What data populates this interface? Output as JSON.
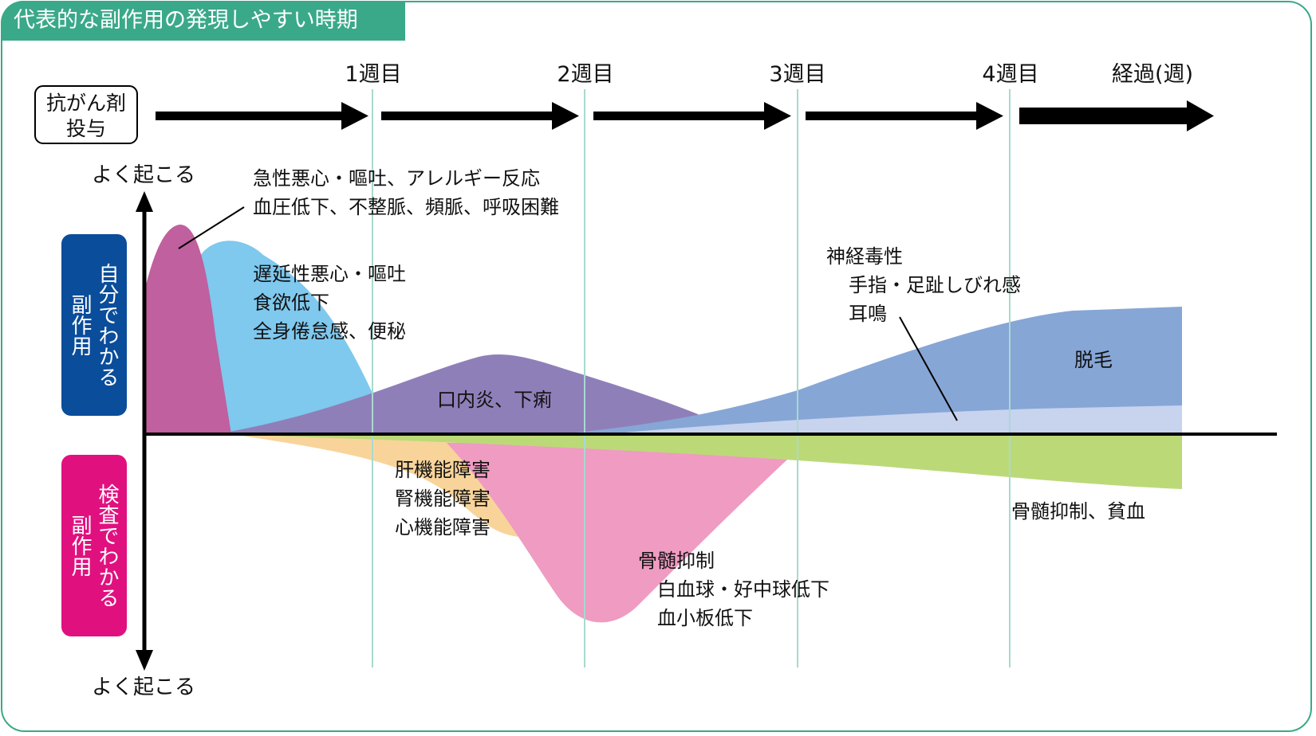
{
  "title": "代表的な副作用の発現しやすい時期",
  "start_box": {
    "line1": "抗がん剤",
    "line2": "投与"
  },
  "weeks": [
    "1週目",
    "2週目",
    "3週目",
    "4週目"
  ],
  "elapsed_label": "経過(週)",
  "axis_top_label": "よく起こる",
  "axis_bottom_label": "よく起こる",
  "side_labels": {
    "self": {
      "line1": "自分でわかる",
      "line2": "副作用"
    },
    "test": {
      "line1": "検査でわかる",
      "line2": "副作用"
    }
  },
  "labels": {
    "acute": {
      "line1": "急性悪心・嘔吐、アレルギー反応",
      "line2": "血圧低下、不整脈、頻脈、呼吸困難"
    },
    "delayed": {
      "line1": "遅延性悪心・嘔吐",
      "line2": "食欲低下",
      "line3": "全身倦怠感、便秘"
    },
    "stomatitis": "口内炎、下痢",
    "neuro": {
      "line1": "神経毒性",
      "line2": "手指・足趾しびれ感",
      "line3": "耳鳴"
    },
    "alopecia": "脱毛",
    "organ": {
      "line1": "肝機能障害",
      "line2": "腎機能障害",
      "line3": "心機能障害"
    },
    "marrow_early": {
      "line1": "骨髄抑制",
      "line2": "白血球・好中球低下",
      "line3": "血小板低下"
    },
    "marrow_late": "骨髄抑制、貧血"
  },
  "colors": {
    "frame": "#3aa989",
    "acute": "#c0609e",
    "delayed": "#7fc8ee",
    "stomatitis": "#8f7fb9",
    "alopecia": "#86a6d6",
    "neuro": "#c8d3ee",
    "organ": "#f8d49b",
    "marrow_early": "#ef9bc2",
    "marrow_late": "#bcd978",
    "self_box": "#0a4d9b",
    "test_box": "#e0117f",
    "week_line": "#a9d9cf"
  }
}
